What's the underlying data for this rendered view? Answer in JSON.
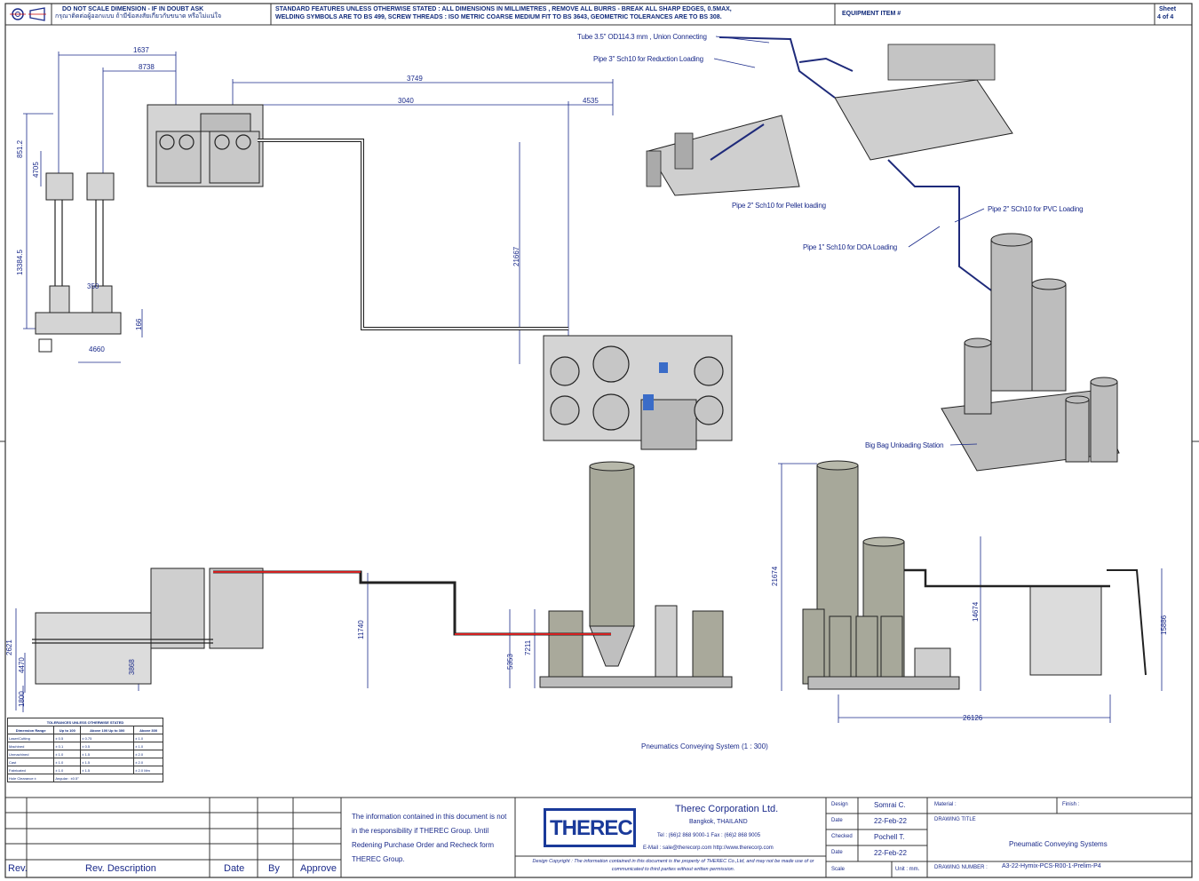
{
  "header": {
    "note_left_1": "DO NOT SCALE DIMENSION - IF IN DOUBT ASK",
    "note_left_2": "กรุณาติดต่อผู้ออกแบบ ถ้ามีข้อสงสัยเกี่ยวกับขนาด หรือไม่แน่ใจ",
    "standard_1": "STANDARD FEATURES UNLESS OTHERWISE STATED :  ALL DIMENSIONS IN MILLIMETRES ,  REMOVE ALL BURRS - BREAK ALL SHARP EDGES, 0.5MAX,",
    "standard_2": "WELDING SYMBOLS ARE TO BS 499,  SCREW THREADS : ISO METRIC COARSE MEDIUM FIT TO BS 3643, GEOMETRIC TOLERANCES ARE TO BS 308.",
    "equipment_item": "EQUIPMENT ITEM #",
    "sheet_label": "Sheet",
    "sheet_value": "4 of 4"
  },
  "plan_dims": {
    "d1637": "1637",
    "d8738": "8738",
    "d3749": "3749",
    "d3040": "3040",
    "d4535": "4535",
    "d851_2": "851.2",
    "d470": "4705",
    "d13345": "13384.5",
    "d21667": "21667",
    "d4660": "4660",
    "d166": "166",
    "d350": "350"
  },
  "iso_labels": {
    "tube": "Tube 3.5\" OD114.3 mm , Union Connecting",
    "pipe_reduction": "Pipe 3\" Sch10 for Reduction Loading",
    "pipe_pellet": "Pipe 2\" Sch10 for Pellet loading",
    "pipe_pvc": "Pipe 2\" SCh10 for PVC Loading",
    "pipe_doa": "Pipe 1\" Sch10 for DOA Loading",
    "bigbag": "Big Bag Unloading Station"
  },
  "elev_dims": {
    "d2621": "2621",
    "d4470": "4470",
    "d1800": "1800",
    "d3868": "3868",
    "d11740": "11740",
    "d5353": "5353",
    "d7211": "7211",
    "d21674": "21674",
    "d14674": "14674",
    "d15886": "15886",
    "d26126": "26126"
  },
  "caption": "Pneumatics Conveying System (1 : 300)",
  "tolerance": {
    "title": "TOLERANCES UNLESS OTHERWISE STATED",
    "headers": [
      "Dimension Range",
      "Up to 100",
      "Above 100 Up to 300",
      "Above 300"
    ],
    "rows": [
      [
        "Laser/Cutting",
        "± 0.5",
        "± 0.75",
        "± 1.0"
      ],
      [
        "Machined",
        "± 0.1",
        "± 0.5",
        "± 1.0"
      ],
      [
        "Unmachined",
        "± 1.0",
        "± 1.5",
        "± 2.0"
      ],
      [
        "Cast",
        "± 1.0",
        "± 1.5",
        "± 2.0"
      ],
      [
        "Fabricated",
        "± 1.0",
        "± 1.5",
        "± 2.0 Mm"
      ]
    ],
    "hole_label": "Hole Clearance ± ",
    "angular": "Angular : ±0.5°"
  },
  "revision": {
    "rev": "Rev.",
    "description": "Rev. Description",
    "date": "Date",
    "by": "By",
    "approve": "Approve"
  },
  "notice": "The information contained in this document is not in the responsibility if THEREC Group. Until Redening Purchase Order and Recheck form THEREC Group.",
  "company": {
    "logo": "THEREC",
    "name": "Therec Corporation Ltd.",
    "location": "Bangkok, THAILAND",
    "tel": "Tel : (66)2 868 9000-1     Fax : (66)2 868 9005",
    "email": "E-Mail : sale@therecorp.com  http://www.therecorp.com",
    "copyright": "Design Copyright : The information contained in this document is the property of THEREC Co.,Ltd, and may not be made use of or communicated to third parties without written permission."
  },
  "signoff": {
    "design_label": "Design",
    "design_value": "Somrai C.",
    "date_label": "Date",
    "date1": "22-Feb-22",
    "checked_label": "Checked",
    "checked_value": "Pochell T.",
    "date2": "22-Feb-22",
    "scale_label": "Scale",
    "unit_label": "Unit : mm."
  },
  "drawing": {
    "material_label": "Material :",
    "finish_label": "Finish :",
    "title_label": "DRAWING TITLE",
    "title_value": "Pneumatic Conveying Systems",
    "number_label": "DRAWING NUMBER :",
    "number_value": "A3-22-Hymix-PCS-R00-1-Prelim-P4"
  }
}
